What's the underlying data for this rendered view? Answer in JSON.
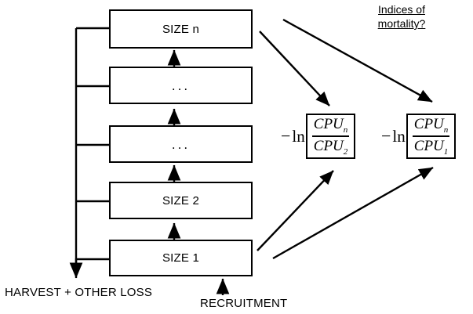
{
  "diagram": {
    "title_note": {
      "line1": "Indices of",
      "line2": "mortality?"
    },
    "boxes": [
      {
        "id": "size-n",
        "label": "SIZE n"
      },
      {
        "id": "intermediate-upper",
        "label": "..."
      },
      {
        "id": "intermediate-lower",
        "label": "..."
      },
      {
        "id": "size-2",
        "label": "SIZE 2"
      },
      {
        "id": "size-1",
        "label": "SIZE 1"
      }
    ],
    "labels": {
      "harvest": "HARVEST + OTHER LOSS",
      "recruitment": "RECRUITMENT"
    },
    "formulas": [
      {
        "id": "mortality-index-2",
        "minus": "−",
        "ln": "ln",
        "numerator": "CPU",
        "numerator_sub": "n",
        "denominator": "CPU",
        "denominator_sub": "2",
        "plain": "− ln[ CPU_n / CPU_2 ]"
      },
      {
        "id": "mortality-index-1",
        "minus": "−",
        "ln": "ln",
        "numerator": "CPU",
        "numerator_sub": "n",
        "denominator": "CPU",
        "denominator_sub": "1",
        "plain": "− ln[ CPU_n / CPU_1 ]"
      }
    ],
    "colors": {
      "stroke": "#000000",
      "background": "#ffffff"
    }
  }
}
